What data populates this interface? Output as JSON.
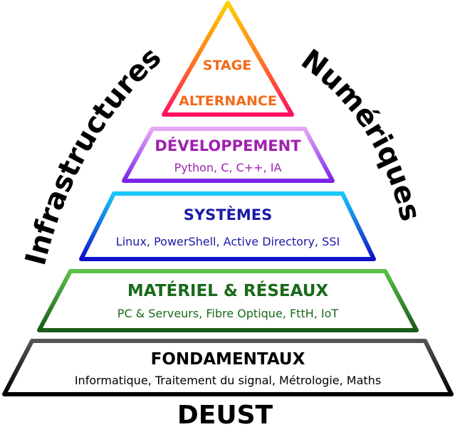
{
  "apex": {
    "line1": "STAGE",
    "line2": "ALTERNANCE",
    "color": "#f26a1b"
  },
  "levels": [
    {
      "title": "DÉVELOPPEMENT",
      "subtitle": "Python, C, C++, IA",
      "text_color": "#a020b0",
      "stroke_top": "#e6a8f5",
      "stroke_bottom": "#7a22e8"
    },
    {
      "title": "SYSTÈMES",
      "subtitle": "Linux, PowerShell, Active Directory, SSI",
      "text_color": "#1a1aa8",
      "stroke_top": "#18c8f8",
      "stroke_bottom": "#1010c8"
    },
    {
      "title": "MATÉRIEL & RÉSEAUX",
      "subtitle": "PC & Serveurs, Fibre Optique, FttH, IoT",
      "text_color": "#1a6a1a",
      "stroke_top": "#5cc04a",
      "stroke_bottom": "#1a5a1a"
    },
    {
      "title": "FONDAMENTAUX",
      "subtitle": "Informatique, Traitement du signal, Métrologie, Maths",
      "text_color": "#000000",
      "stroke_top": "#555555",
      "stroke_bottom": "#000000"
    }
  ],
  "base_label": "DEUST",
  "side_left": "Infrastructures",
  "side_right": "Numériques"
}
